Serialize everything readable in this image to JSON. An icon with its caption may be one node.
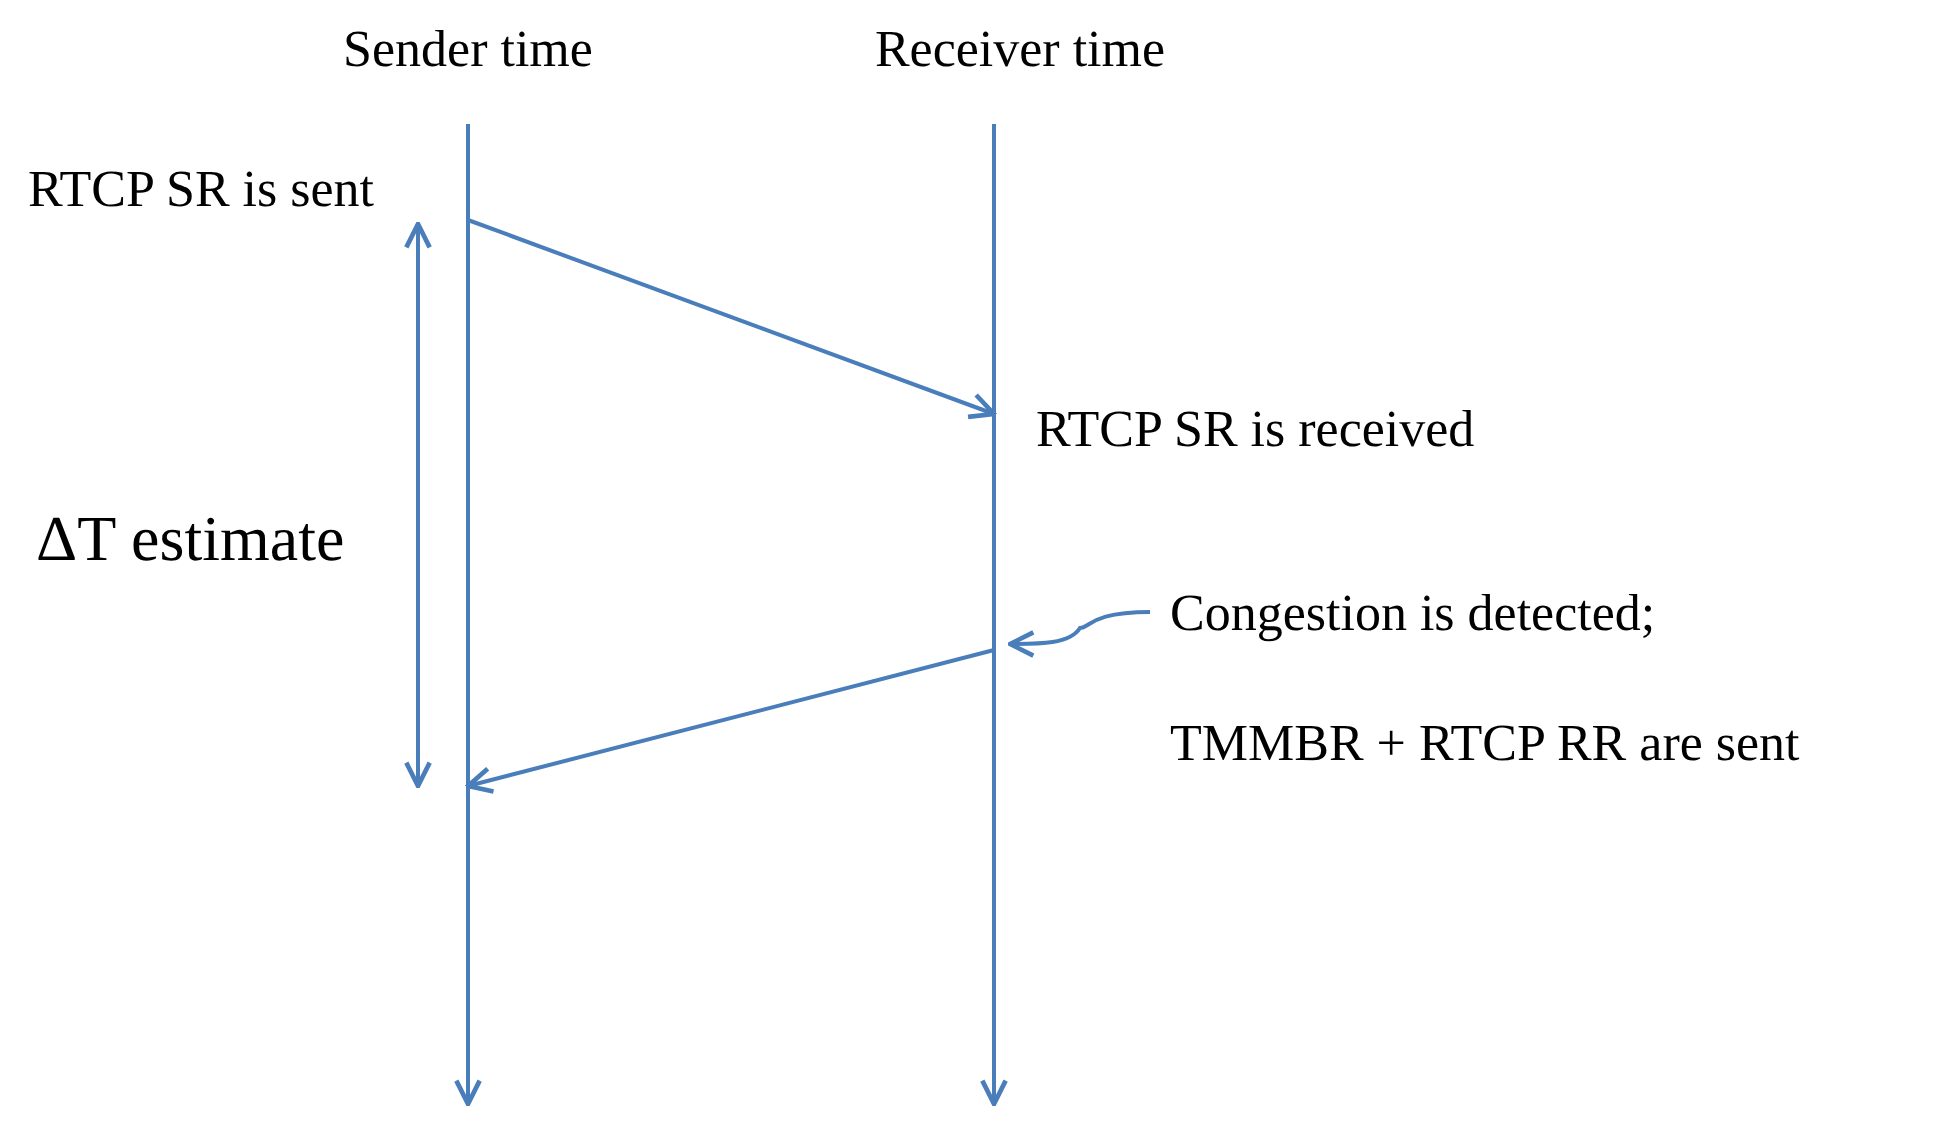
{
  "diagram": {
    "nodes": [
      {
        "text": [
          "Sender time"
        ]
      },
      {
        "text": [
          "Receiver time"
        ]
      },
      {
        "text": [
          "Congestion is detected;",
          "TMMBR + RTCP RR are sent"
        ]
      }
    ],
    "edges": [
      {
        "from": 0,
        "to": 1,
        "arrow": "to"
      },
      {
        "from": 2,
        "to": 1,
        "arrow": "to"
      },
      {
        "from": 1,
        "to": 0,
        "arrow": "to"
      }
    ],
    "labels": [
      "RTCP SR is sent",
      "RTCP SR is received",
      "ΔT estimate"
    ]
  }
}
